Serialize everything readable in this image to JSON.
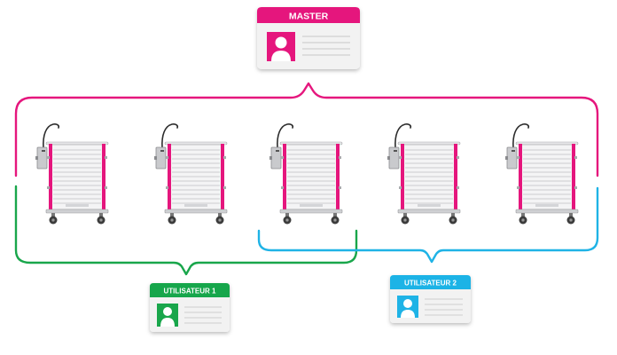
{
  "colors": {
    "master": "#e5167d",
    "user1": "#19a64b",
    "user2": "#1fb3e6",
    "card_bg": "#f2f2f2",
    "card_line": "#d6d6d6",
    "avatar_fg": "#ffffff"
  },
  "badges": {
    "master": {
      "title": "MASTER",
      "icon": "user-avatar-icon"
    },
    "user1": {
      "title": "UTILISATEUR 1",
      "icon": "user-avatar-icon"
    },
    "user2": {
      "title": "UTILISATEUR 2",
      "icon": "user-avatar-icon"
    }
  },
  "carts": [
    {
      "icon": "medical-cart-icon"
    },
    {
      "icon": "medical-cart-icon"
    },
    {
      "icon": "medical-cart-icon"
    },
    {
      "icon": "medical-cart-icon"
    },
    {
      "icon": "medical-cart-icon"
    }
  ]
}
